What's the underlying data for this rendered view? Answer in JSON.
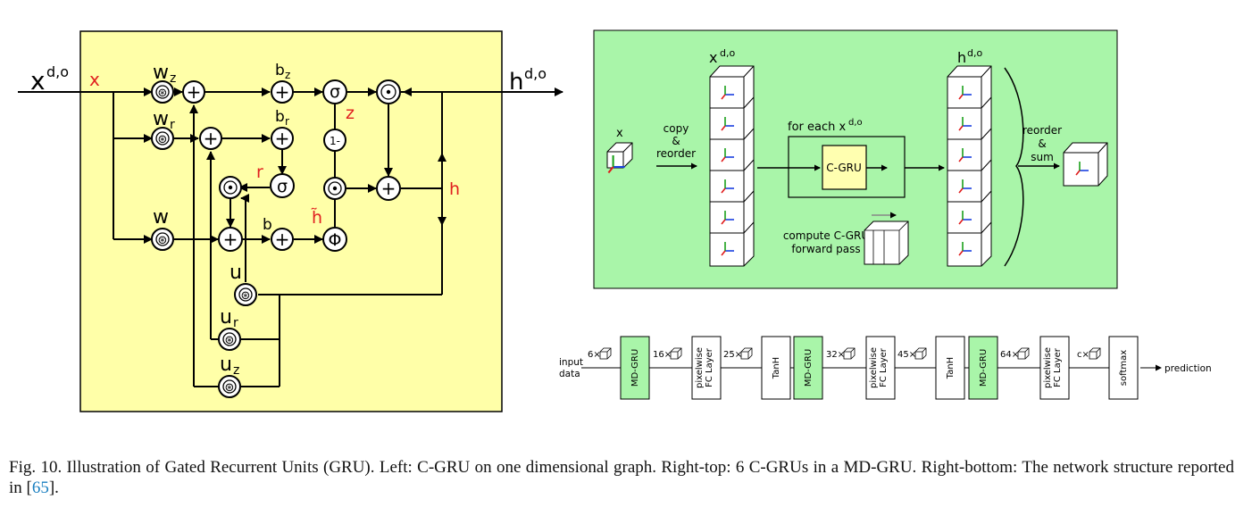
{
  "left_panel": {
    "input_label": "x",
    "input_sup": "d,o",
    "x_label": "x",
    "output_label": "h",
    "output_sup": "d,o",
    "wz_main": "w",
    "wz_sub": "z",
    "wr_main": "w",
    "wr_sub": "r",
    "w_label": "w",
    "bz_main": "b",
    "bz_sub": "z",
    "br_main": "b",
    "br_sub": "r",
    "b_label": "b",
    "sigma": "σ",
    "one_minus": "1-",
    "phi": "Φ",
    "z_label": "z",
    "r_label": "r",
    "htilde_label": "h̃",
    "h_label": "h",
    "u_label": "u",
    "ur_main": "u",
    "ur_sub": "r",
    "uz_main": "u",
    "uz_sub": "z",
    "conv_sym": "⊛",
    "plus_sym": "+",
    "dot_sym": "⊙",
    "colors": {
      "bg": "#ffffa8",
      "accent_red": "#e02020"
    }
  },
  "right_top": {
    "x_small": "x",
    "copy_label": [
      "copy",
      "&",
      "reorder"
    ],
    "stack_left_main": "x",
    "stack_left_sup": "d,o",
    "stack_right_main": "h",
    "stack_right_sup": "d,o",
    "for_each_main": "for each x",
    "for_each_sup": "d,o",
    "cgru_box": "C-GRU",
    "compute_label": [
      "compute C-GRU",
      "forward pass"
    ],
    "reorder_label": [
      "reorder",
      "&",
      "sum"
    ],
    "colors": {
      "bg": "#a9f5a9",
      "cgru_bg": "#ffffb0"
    }
  },
  "right_bottom": {
    "input_label": [
      "input",
      "data"
    ],
    "blocks": [
      {
        "label": "MD-GRU",
        "kind": "green"
      },
      {
        "label": "pixelwise FC Layer",
        "kind": "white"
      },
      {
        "label": "TanH",
        "kind": "white"
      },
      {
        "label": "MD-GRU",
        "kind": "green"
      },
      {
        "label": "pixelwise FC Layer",
        "kind": "white"
      },
      {
        "label": "TanH",
        "kind": "white"
      },
      {
        "label": "MD-GRU",
        "kind": "green"
      },
      {
        "label": "pixelwise FC Layer",
        "kind": "white"
      },
      {
        "label": "softmax",
        "kind": "white"
      }
    ],
    "channels": [
      "6×",
      "16×",
      "25×",
      "32×",
      "45×",
      "64×",
      "c×"
    ],
    "output_label": "prediction",
    "colors": {
      "green": "#a9f5a9"
    }
  },
  "caption": {
    "text": "Fig. 10.  Illustration of Gated Recurrent Units (GRU). Left: C-GRU on one dimensional graph. Right-top: 6 C-GRUs in a MD-GRU. Right-bottom: The network structure reported in [",
    "ref": "65",
    "end": "]."
  }
}
